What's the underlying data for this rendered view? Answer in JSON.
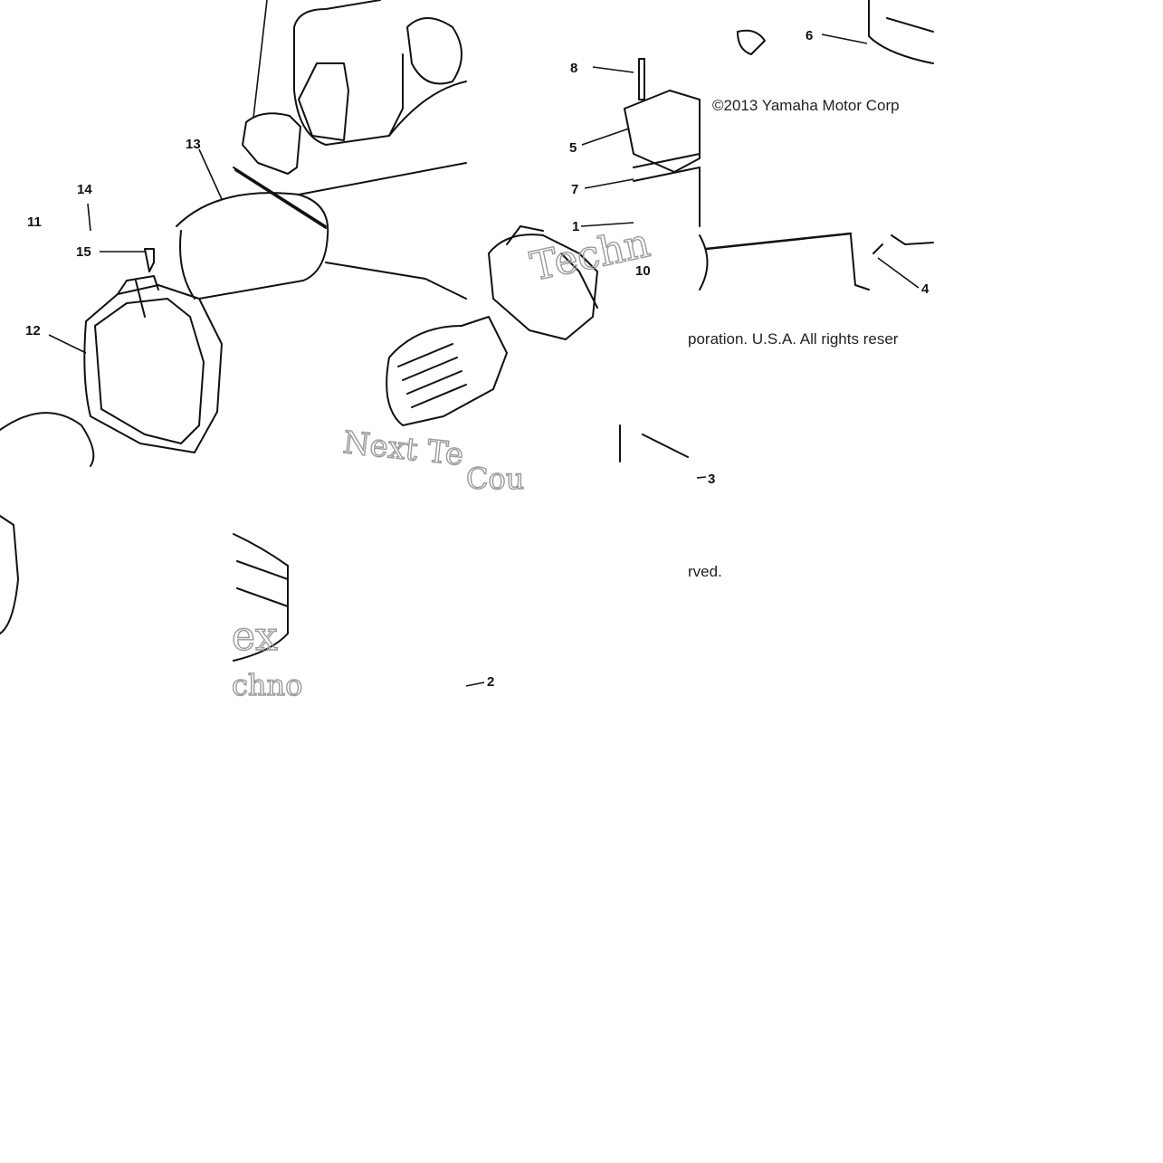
{
  "diagram": {
    "callouts": [
      {
        "id": "8",
        "label": "8"
      },
      {
        "id": "5",
        "label": "5"
      },
      {
        "id": "7",
        "label": "7"
      },
      {
        "id": "1",
        "label": "1"
      },
      {
        "id": "10",
        "label": "10"
      },
      {
        "id": "6",
        "label": "6"
      },
      {
        "id": "4",
        "label": "4"
      },
      {
        "id": "3",
        "label": "3"
      },
      {
        "id": "2",
        "label": "2"
      },
      {
        "id": "11",
        "label": "11"
      },
      {
        "id": "12",
        "label": "12"
      },
      {
        "id": "13",
        "label": "13"
      },
      {
        "id": "14",
        "label": "14"
      },
      {
        "id": "15",
        "label": "15"
      }
    ],
    "copyright_fragments": {
      "line1": "©2013 Yamaha Motor Corp",
      "line2": "poration. U.S.A. All rights reser",
      "line3": "rved."
    },
    "watermark_fragments": {
      "a": "Techn",
      "b": "Next Te",
      "c": "Cou",
      "d": "ex",
      "e": "chno"
    }
  },
  "colors": {
    "ink": "#111111",
    "watermark": "#9a9a9a",
    "background": "#ffffff"
  }
}
